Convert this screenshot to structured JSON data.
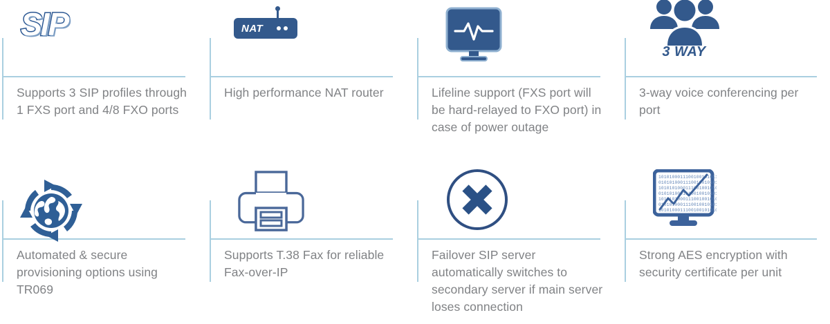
{
  "theme": {
    "rule_color": "#a9cfe0",
    "icon_blue": "#33598c",
    "icon_blue_light": "#5b7fb0",
    "text_grey": "#808285",
    "background": "#ffffff"
  },
  "features": [
    {
      "id": "sip-profiles",
      "icon": "sip-logo-icon",
      "icon_label": "SIP",
      "caption": "Supports 3 SIP profiles through 1 FXS port and 4/8 FXO ports"
    },
    {
      "id": "nat-router",
      "icon": "nat-router-icon",
      "icon_label": "NAT",
      "caption": "High performance NAT router"
    },
    {
      "id": "lifeline-support",
      "icon": "monitor-heartbeat-icon",
      "icon_label": "",
      "caption": "Lifeline support (FXS port will be hard-relayed to FXO port) in case of power outage"
    },
    {
      "id": "three-way-conferencing",
      "icon": "three-people-icon",
      "icon_label": "3 WAY",
      "caption": "3-way voice conferencing per port"
    },
    {
      "id": "auto-provisioning",
      "icon": "globe-refresh-icon",
      "icon_label": "",
      "caption": "Automated & secure provisioning options using TR069"
    },
    {
      "id": "t38-fax",
      "icon": "fax-printer-icon",
      "icon_label": "",
      "caption": "Supports T.38 Fax for reliable Fax-over-IP"
    },
    {
      "id": "failover-sip-server",
      "icon": "circle-x-icon",
      "icon_label": "",
      "caption": "Failover SIP server automatically switches to secondary server if main server loses connection"
    },
    {
      "id": "aes-encryption",
      "icon": "monitor-binary-chart-icon",
      "icon_label": "",
      "caption": "Strong AES encryption with security certificate per unit"
    }
  ]
}
